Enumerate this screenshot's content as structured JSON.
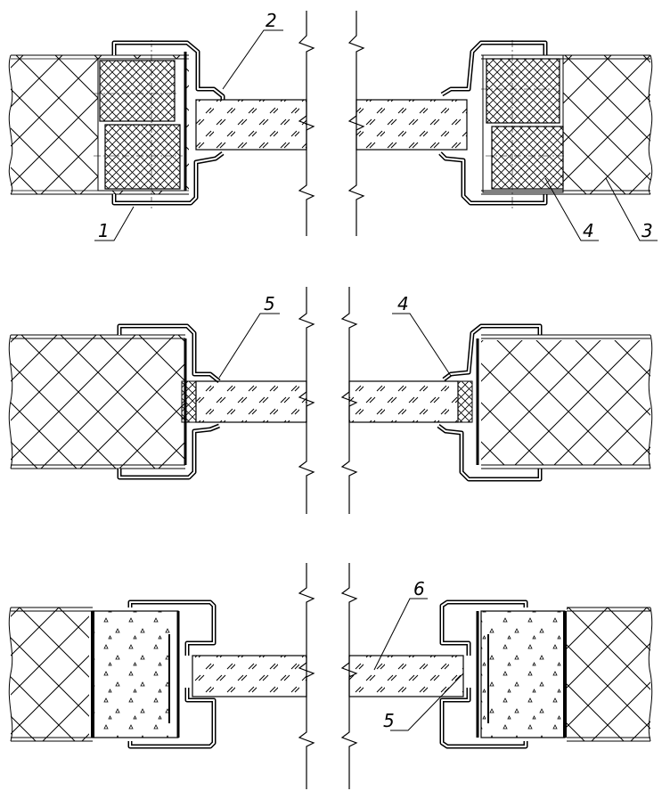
{
  "labels": {
    "one": "1",
    "two": "2",
    "three": "3",
    "four_top": "4",
    "four_mid": "4",
    "five_mid": "5",
    "five_bottom": "5",
    "six": "6"
  }
}
